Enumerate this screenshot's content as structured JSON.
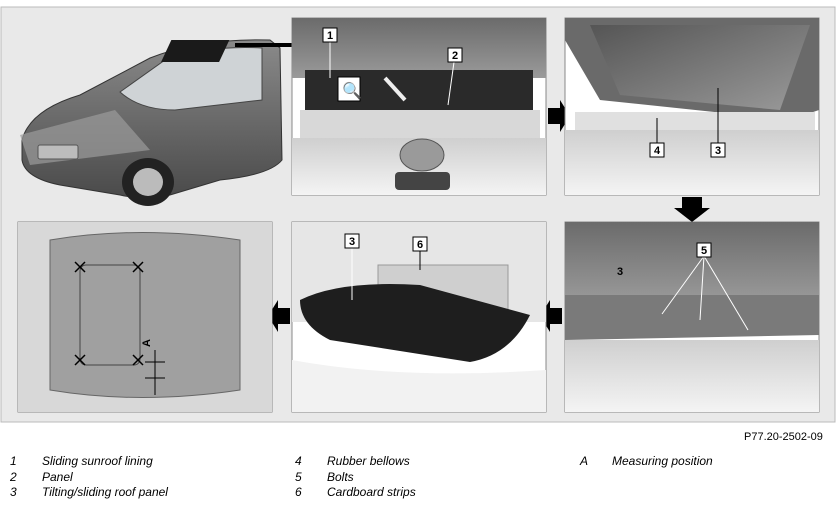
{
  "reference_code": "P77.20-2502-09",
  "callouts": {
    "p2": [
      "1",
      "2"
    ],
    "p3": [
      "4",
      "3"
    ],
    "p4": [
      "3",
      "5"
    ],
    "p5": [
      "3",
      "6"
    ],
    "p6": [
      "A"
    ]
  },
  "legend": [
    {
      "num": "1",
      "text": "Sliding sunroof lining"
    },
    {
      "num": "2",
      "text": "Panel"
    },
    {
      "num": "3",
      "text": "Tilting/sliding roof panel"
    },
    {
      "num": "4",
      "text": "Rubber bellows"
    },
    {
      "num": "5",
      "text": "Bolts"
    },
    {
      "num": "6",
      "text": "Cardboard strips"
    },
    {
      "num": "A",
      "text": "Measuring position"
    }
  ],
  "colors": {
    "frame": "#e8e8e8",
    "interior_dark": "#5a5a5a",
    "headliner": "#f0f0f0",
    "glass": "#3a3a3a"
  }
}
